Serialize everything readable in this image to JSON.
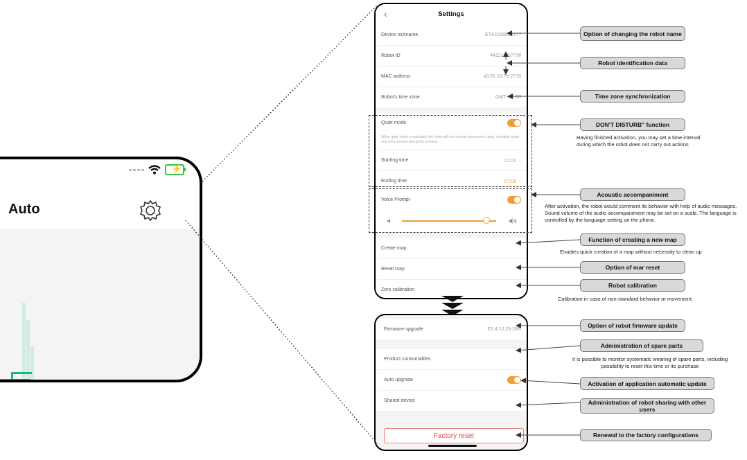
{
  "big_phone": {
    "title": "Auto",
    "icons": {
      "gear": "gear-icon",
      "wifi": "wifi-icon",
      "battery": "battery-icon"
    },
    "colors": {
      "line": "#20b28a",
      "bar": "#cfeee1"
    }
  },
  "settings_top": {
    "title": "Settings",
    "rows": [
      {
        "label": "Device nickname",
        "value": "ETA22285202??"
      },
      {
        "label": "Robot ID",
        "value": "44121052??9f"
      },
      {
        "label": "MAC address",
        "value": "a0:91:10:?e:2?:f0"
      },
      {
        "label": "Robot's time zone",
        "value": "GMT+02:00"
      }
    ],
    "quiet_mode": {
      "label": "Quiet mode",
      "note": "When quiet mode is activated, the robot will not conduct resumption clean, schedule clean and voice prompt during the set time.",
      "start_label": "Starting time",
      "start_value": "22:00",
      "end_label": "Ending time",
      "end_value": "07:00"
    },
    "voice_prompt": {
      "label": "Voice Prompt",
      "volume": 0.9
    },
    "actions": [
      {
        "label": "Create map"
      },
      {
        "label": "Reset map"
      },
      {
        "label": "Zero calibration"
      }
    ]
  },
  "settings_bottom": {
    "firmware_label": "Firmware upgrade",
    "firmware_value": "E3.4.10.29.28R",
    "consumables_label": "Product consumables",
    "auto_upgrade_label": "Auto upgrade",
    "shared_label": "Shared device",
    "factory_reset_label": "Factory reset"
  },
  "callouts": [
    {
      "label": "Option of changing the robot name"
    },
    {
      "label": "Robot identification data"
    },
    {
      "label": "Time zone synchronization"
    },
    {
      "label": "DON'T DISTURB\" function",
      "desc": "Having finished activation, you may set a time interval during which the robot does not carry out actions"
    },
    {
      "label": "Acoustic accompaniment",
      "desc": "After activation, the robot would comment its behavior with help of audio messages. Sound volume of the audio accompaniment may be set on a scale. The language is controlled by the language setting on the phone."
    },
    {
      "label": "Function of creating a new map",
      "desc": "Enables quick creation of a map without necessity to clean up"
    },
    {
      "label": "Option of mar reset"
    },
    {
      "label": "Robot calibration",
      "desc": "Calibration in case of non-standard behavior or movement."
    },
    {
      "label": "Option of robot firmware update"
    },
    {
      "label": "Administration of spare parts",
      "desc": "It is possible to monitor systematic wearing of spare parts, including possibility to reset this time or its purchase"
    },
    {
      "label": "Activation of application automatic update"
    },
    {
      "label": "Administration of robot sharing with other users"
    },
    {
      "label": "Renewal to the factory configurations"
    }
  ]
}
